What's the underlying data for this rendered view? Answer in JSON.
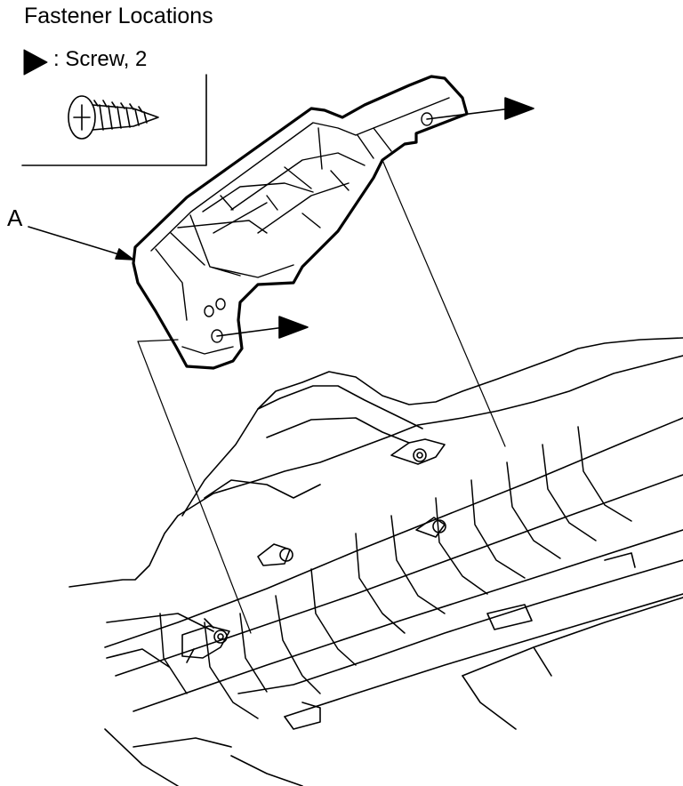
{
  "title": "Fastener Locations",
  "legend": {
    "symbol": "filled-triangle-arrow-icon",
    "label": ": Screw, 2"
  },
  "callouts": {
    "part_a": "A"
  },
  "colors": {
    "line": "#000000",
    "background": "#ffffff"
  }
}
